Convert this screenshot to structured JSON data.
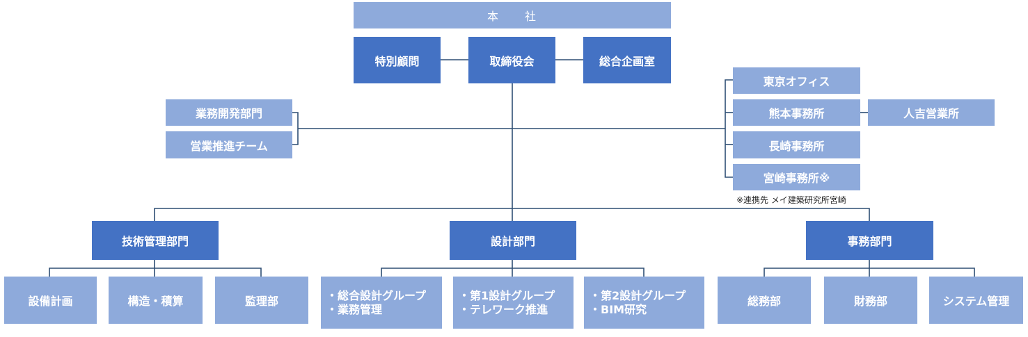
{
  "head_office": "本　　社",
  "executive": {
    "special_advisor": "特別顧問",
    "board": "取締役会",
    "planning_office": "総合企画室"
  },
  "sales_side": {
    "business_dev": "業務開発部門",
    "sales_promo": "営業推進チーム"
  },
  "offices": {
    "tokyo": "東京オフィス",
    "kumamoto": "熊本事務所",
    "hitoyoshi": "人吉営業所",
    "nagasaki": "長崎事務所",
    "miyazaki": "宮崎事務所※",
    "note": "※連携先 メイ建築研究所宮崎"
  },
  "departments": {
    "tech": "技術管理部門",
    "design": "設計部門",
    "admin": "事務部門"
  },
  "tech_units": {
    "equipment": "設備計画",
    "structure": "構造・積算",
    "supervision": "監理部"
  },
  "design_units": {
    "g0": {
      "line1": "・総合設計グループ",
      "line2": "・業務管理"
    },
    "g1": {
      "line1": "・第1設計グループ",
      "line2": "・テレワーク推進"
    },
    "g2": {
      "line1": "・第2設計グループ",
      "line2": "・BIM研究"
    }
  },
  "admin_units": {
    "general": "総務部",
    "finance": "財務部",
    "system": "システム管理"
  },
  "colors": {
    "light_box": "#8eaadb",
    "dark_box": "#4472c4",
    "line": "#2f4f74"
  }
}
